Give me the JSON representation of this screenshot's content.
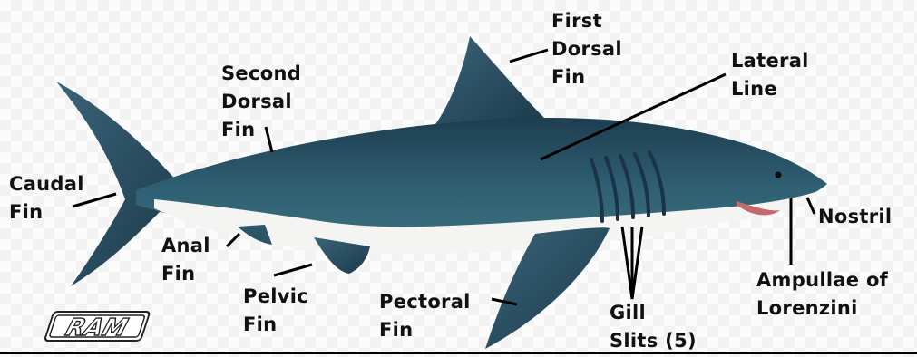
{
  "labels": {
    "first_dorsal_fin": "First\nDorsal\nFin",
    "second_dorsal_fin": "Second\nDorsal\nFin",
    "lateral_line": "Lateral\nLine",
    "caudal_fin": "Caudal\nFin",
    "nostril": "Nostril",
    "anal_fin": "Anal\nFin",
    "pelvic_fin": "Pelvic\nFin",
    "pectoral_fin": "Pectoral\nFin",
    "gill_slits": "Gill\nSlits (5)",
    "ampullae": "Ampullae of\nLorenzini"
  },
  "logo_text": "RAM",
  "colors": {
    "shark_top": "#2b5466",
    "shark_dark": "#1f3f52",
    "belly": "#f4f4f2",
    "label": "#111111"
  }
}
